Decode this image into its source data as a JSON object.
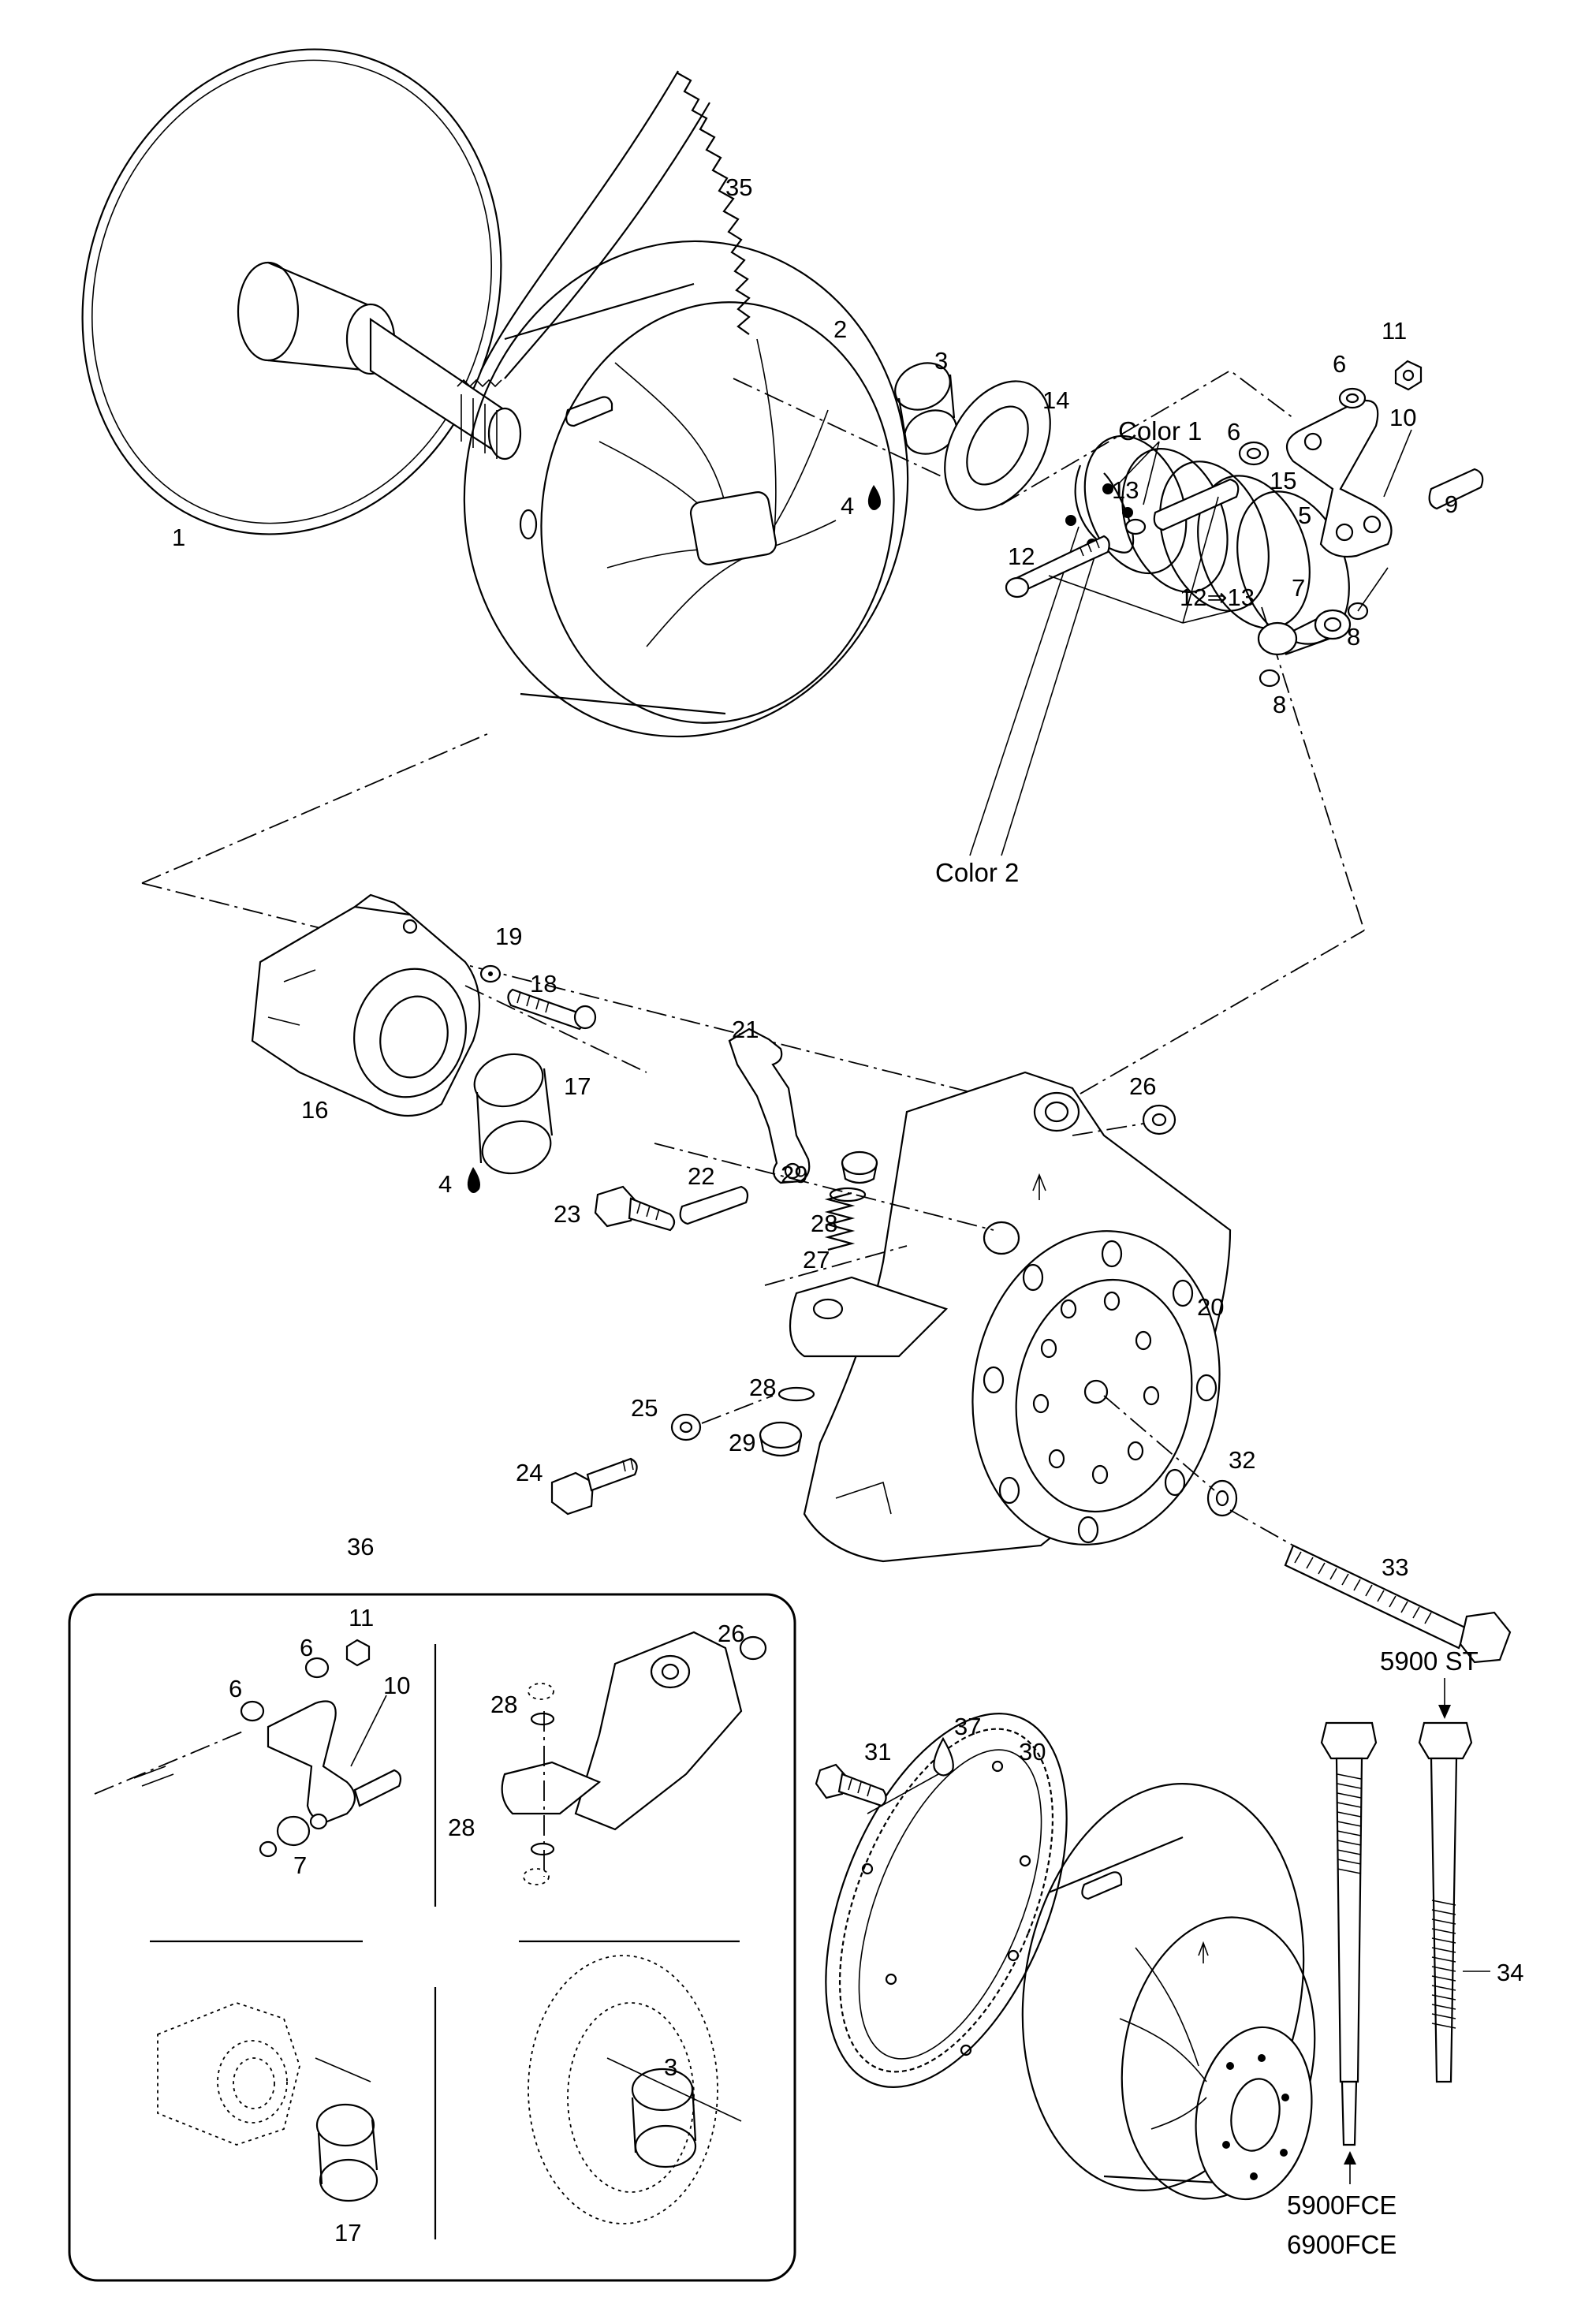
{
  "diagram": {
    "callouts": [
      {
        "id": "c1",
        "text": "1"
      },
      {
        "id": "c2",
        "text": "2"
      },
      {
        "id": "c3",
        "text": "3"
      },
      {
        "id": "c4a",
        "text": "4"
      },
      {
        "id": "c4b",
        "text": "4"
      },
      {
        "id": "c5",
        "text": "5"
      },
      {
        "id": "c6a",
        "text": "6"
      },
      {
        "id": "c6b",
        "text": "6"
      },
      {
        "id": "c7",
        "text": "7"
      },
      {
        "id": "c8a",
        "text": "8"
      },
      {
        "id": "c8b",
        "text": "8"
      },
      {
        "id": "c9",
        "text": "9"
      },
      {
        "id": "c10",
        "text": "10"
      },
      {
        "id": "c11",
        "text": "11"
      },
      {
        "id": "c12",
        "text": "12"
      },
      {
        "id": "c12to13",
        "text": "12⇒13"
      },
      {
        "id": "c13",
        "text": "13"
      },
      {
        "id": "c14",
        "text": "14"
      },
      {
        "id": "c15",
        "text": "15"
      },
      {
        "id": "c16",
        "text": "16"
      },
      {
        "id": "c17",
        "text": "17"
      },
      {
        "id": "c18",
        "text": "18"
      },
      {
        "id": "c19",
        "text": "19"
      },
      {
        "id": "c20",
        "text": "20"
      },
      {
        "id": "c21",
        "text": "21"
      },
      {
        "id": "c22",
        "text": "22"
      },
      {
        "id": "c23",
        "text": "23"
      },
      {
        "id": "c24",
        "text": "24"
      },
      {
        "id": "c25",
        "text": "25"
      },
      {
        "id": "c26",
        "text": "26"
      },
      {
        "id": "c27",
        "text": "27"
      },
      {
        "id": "c28a",
        "text": "28"
      },
      {
        "id": "c28b",
        "text": "28"
      },
      {
        "id": "c29a",
        "text": "29"
      },
      {
        "id": "c29b",
        "text": "29"
      },
      {
        "id": "c30",
        "text": "30"
      },
      {
        "id": "c31",
        "text": "31"
      },
      {
        "id": "c32",
        "text": "32"
      },
      {
        "id": "c33",
        "text": "33"
      },
      {
        "id": "c34",
        "text": "34"
      },
      {
        "id": "c35",
        "text": "35"
      },
      {
        "id": "c36",
        "text": "36"
      },
      {
        "id": "c37",
        "text": "37"
      },
      {
        "id": "color1",
        "text": "Color 1"
      },
      {
        "id": "color2",
        "text": "Color 2"
      },
      {
        "id": "m5900st",
        "text": "5900 ST"
      },
      {
        "id": "m5900fce",
        "text": "5900FCE"
      },
      {
        "id": "m6900fce",
        "text": "6900FCE"
      }
    ],
    "inset_callouts": [
      {
        "id": "i11",
        "text": "11"
      },
      {
        "id": "i6a",
        "text": "6"
      },
      {
        "id": "i6b",
        "text": "6"
      },
      {
        "id": "i10",
        "text": "10"
      },
      {
        "id": "i7",
        "text": "7"
      },
      {
        "id": "i26",
        "text": "26"
      },
      {
        "id": "i28a",
        "text": "28"
      },
      {
        "id": "i28b",
        "text": "28"
      },
      {
        "id": "i17",
        "text": "17"
      },
      {
        "id": "i3",
        "text": "3"
      }
    ]
  }
}
